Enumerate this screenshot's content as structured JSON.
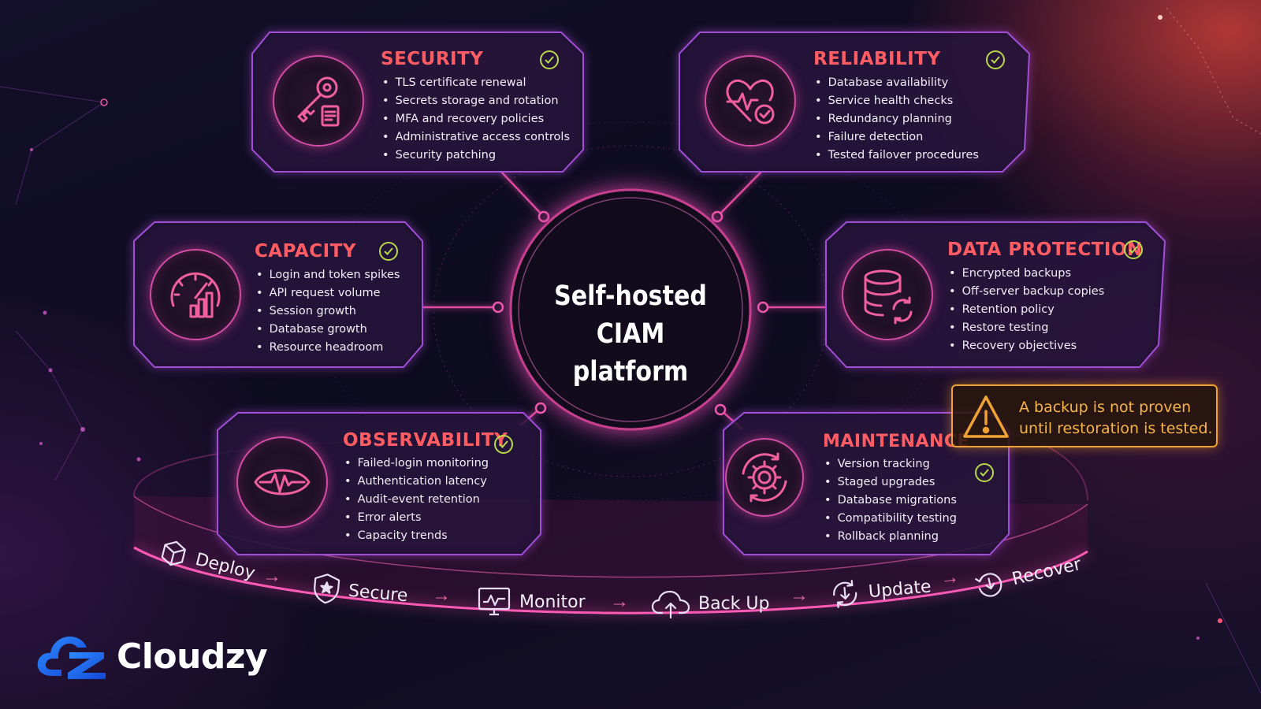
{
  "hub": {
    "line1": "Self-hosted CIAM",
    "line2": "platform"
  },
  "cards": {
    "security": {
      "title": "SECURITY",
      "icon": "key-document-icon",
      "items": [
        "TLS certificate renewal",
        "Secrets storage and rotation",
        "MFA and recovery policies",
        "Administrative access controls",
        "Security patching"
      ]
    },
    "reliability": {
      "title": "RELIABILITY",
      "icon": "heart-pulse-check-icon",
      "items": [
        "Database availability",
        "Service health checks",
        "Redundancy planning",
        "Failure detection",
        "Tested failover procedures"
      ]
    },
    "capacity": {
      "title": "CAPACITY",
      "icon": "gauge-bar-chart-icon",
      "items": [
        "Login and token spikes",
        "API request volume",
        "Session growth",
        "Database growth",
        "Resource headroom"
      ]
    },
    "data_protection": {
      "title": "DATA PROTECTION",
      "icon": "database-sync-icon",
      "items": [
        "Encrypted backups",
        "Off-server backup copies",
        "Retention policy",
        "Restore testing",
        "Recovery objectives"
      ]
    },
    "observability": {
      "title": "OBSERVABILITY",
      "icon": "eye-pulse-icon",
      "items": [
        "Failed-login monitoring",
        "Authentication latency",
        "Audit-event retention",
        "Error alerts",
        "Capacity trends"
      ]
    },
    "maintenance": {
      "title": "MAINTENANCE",
      "icon": "gear-cycle-icon",
      "items": [
        "Version tracking",
        "Staged upgrades",
        "Database migrations",
        "Compatibility testing",
        "Rollback planning"
      ]
    }
  },
  "warning": {
    "line1": "A backup is not proven",
    "line2": "until restoration is tested.",
    "icon": "warning-triangle-icon"
  },
  "lifecycle": [
    {
      "label": "Deploy",
      "icon": "cube-icon"
    },
    {
      "label": "Secure",
      "icon": "shield-star-icon"
    },
    {
      "label": "Monitor",
      "icon": "monitor-pulse-icon"
    },
    {
      "label": "Back Up",
      "icon": "cloud-upload-icon"
    },
    {
      "label": "Update",
      "icon": "refresh-download-icon"
    },
    {
      "label": "Recover",
      "icon": "restore-icon"
    }
  ],
  "brand": {
    "name": "Cloudzy",
    "logo": "cloudzy-logo"
  },
  "colors": {
    "accent_red": "#ff5d63",
    "accent_pink": "#e2449c",
    "border_purple": "#a04ed6",
    "check_green": "#b9d84a",
    "warning_orange": "#f0a235"
  }
}
